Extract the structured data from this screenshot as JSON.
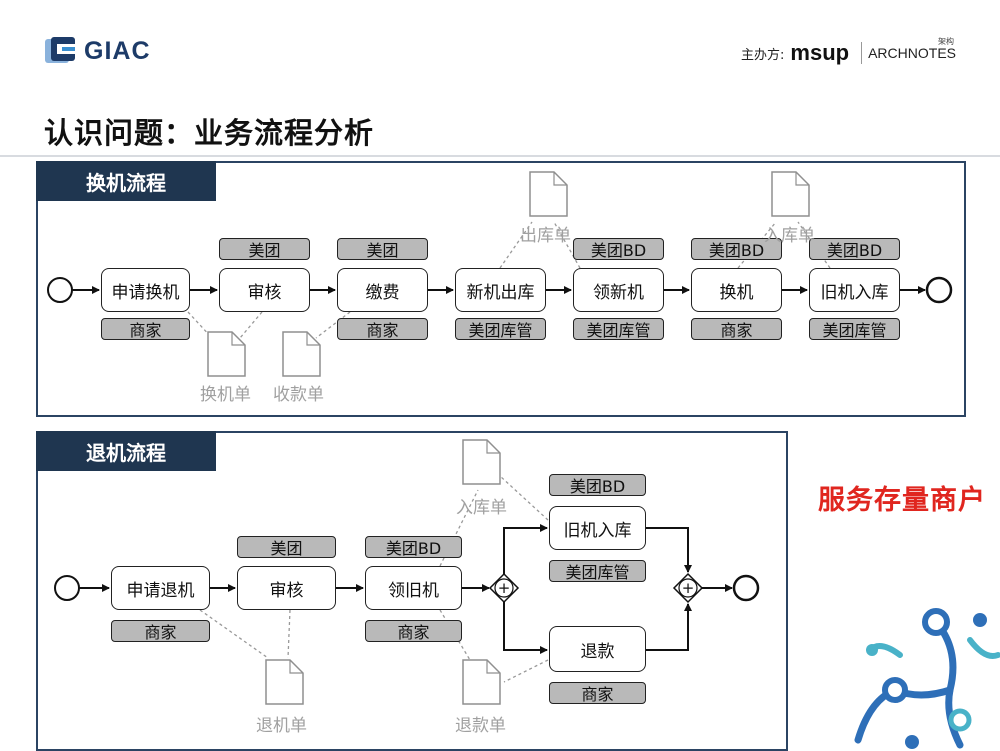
{
  "brand": {
    "logo": "GIAC",
    "sponsor_prefix": "主办方:",
    "sponsor1": "msup",
    "sponsor2": "ARCHNOTES",
    "sponsor2_small": "架构"
  },
  "page": {
    "title": "认识问题：业务流程分析",
    "highlight": "服务存量商户"
  },
  "colors": {
    "panel_border": "#2b4463",
    "tab_bg": "#1f3650",
    "role_bg": "#b9b9b9",
    "doc_gray": "#a0a0a0",
    "highlight": "#e0261f",
    "brand": "#1d3b68"
  },
  "exchange_flow": {
    "title": "换机流程",
    "steps": [
      {
        "label": "申请换机",
        "roles_above": [],
        "roles_below": [
          "商家"
        ]
      },
      {
        "label": "审核",
        "roles_above": [
          "美团"
        ],
        "roles_below": []
      },
      {
        "label": "缴费",
        "roles_above": [
          "美团"
        ],
        "roles_below": [
          "商家"
        ]
      },
      {
        "label": "新机出库",
        "roles_above": [],
        "roles_below": [
          "美团库管"
        ]
      },
      {
        "label": "领新机",
        "roles_above": [
          "美团BD"
        ],
        "roles_below": [
          "美团库管"
        ]
      },
      {
        "label": "换机",
        "roles_above": [
          "美团BD"
        ],
        "roles_below": [
          "商家"
        ]
      },
      {
        "label": "旧机入库",
        "roles_above": [
          "美团BD"
        ],
        "roles_below": [
          "美团库管"
        ]
      }
    ],
    "documents": [
      "换机单",
      "收款单",
      "出库单",
      "入库单"
    ]
  },
  "return_flow": {
    "title": "退机流程",
    "steps": [
      {
        "label": "申请退机",
        "roles_above": [],
        "roles_below": [
          "商家"
        ]
      },
      {
        "label": "审核",
        "roles_above": [
          "美团"
        ],
        "roles_below": []
      },
      {
        "label": "领旧机",
        "roles_above": [
          "美团BD"
        ],
        "roles_below": [
          "商家"
        ]
      }
    ],
    "branch_upper": {
      "label": "旧机入库",
      "roles_above": [
        "美团BD"
      ],
      "roles_below": [
        "美团库管"
      ]
    },
    "branch_lower": {
      "label": "退款",
      "roles_above": [],
      "roles_below": [
        "商家"
      ]
    },
    "documents": [
      "入库单",
      "退机单",
      "退款单"
    ],
    "gateway_symbol": "+"
  }
}
